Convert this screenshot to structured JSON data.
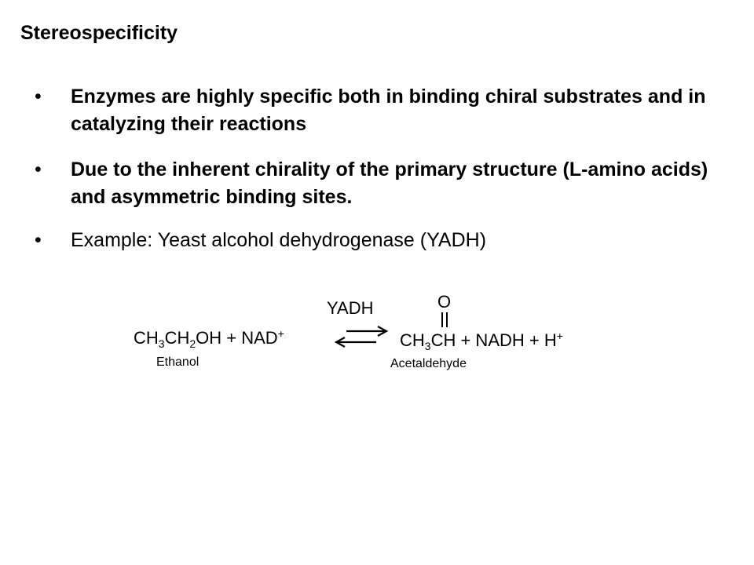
{
  "slide": {
    "title": "Stereospecificity"
  },
  "bullets": [
    {
      "marker": "•",
      "text": "Enzymes are highly specific both in binding chiral substrates and in catalyzing their reactions",
      "bold": true
    },
    {
      "marker": "•",
      "text": "Due to the inherent chirality of the primary structure (L-amino acids) and asymmetric binding sites.",
      "bold": true
    },
    {
      "marker": "•",
      "text": "Example: Yeast alcohol dehydrogenase (YADH)",
      "bold": false
    }
  ],
  "reaction": {
    "enzyme": "YADH",
    "reactant": {
      "ch": "CH",
      "sub1": "3",
      "ch2": "CH",
      "sub2": "2",
      "oh": "OH",
      "plus": " + NAD",
      "charge": "+"
    },
    "reactant_name": "Ethanol",
    "product": {
      "ch": "CH",
      "sub1": "3",
      "ch2": "CH",
      "rest": " + NADH + H",
      "charge": "+"
    },
    "carbonyl_o": "O",
    "product_name": "Acetaldehyde"
  }
}
